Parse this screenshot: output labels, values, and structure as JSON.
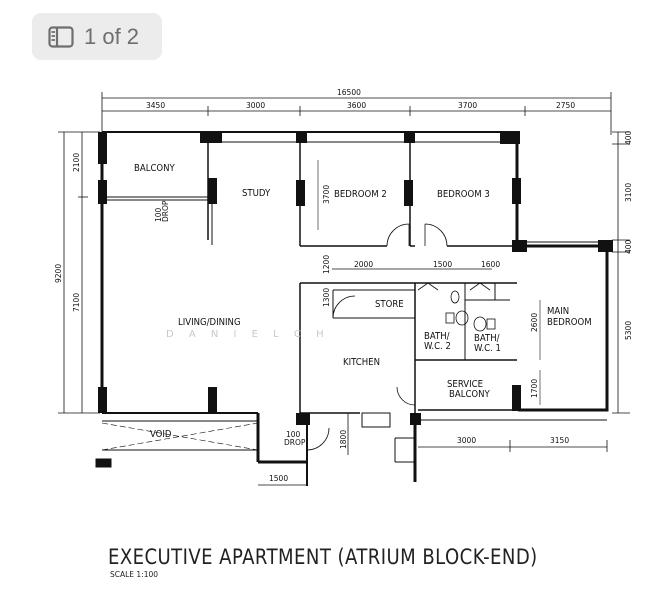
{
  "viewer": {
    "page_indicator": "1 of 2",
    "icon": "sidebar-icon"
  },
  "plan": {
    "title": "EXECUTIVE APARTMENT (ATRIUM BLOCK-END)",
    "scale": "SCALE  1:100",
    "watermark": "D A N I E L   C H",
    "rooms": {
      "balcony": "BALCONY",
      "study": "STUDY",
      "bedroom2": "BEDROOM  2",
      "bedroom3": "BEDROOM  3",
      "main_bedroom_1": "MAIN",
      "main_bedroom_2": "BEDROOM",
      "living_dining": "LIVING/DINING",
      "store": "STORE",
      "kitchen": "KITCHEN",
      "bath2_1": "BATH/",
      "bath2_2": "W.C.  2",
      "bath1_1": "BATH/",
      "bath1_2": "W.C.  1",
      "service_1": "SERVICE",
      "service_2": "BALCONY",
      "void": "VOID",
      "drop_1": "100",
      "drop_2": "DROP",
      "drop_b_1": "100",
      "drop_b_2": "DROP"
    },
    "dimensions": {
      "overall": "16500",
      "top_1": "3450",
      "top_2": "3000",
      "top_3": "3600",
      "top_4": "3700",
      "top_5": "2750",
      "left_overall": "9200",
      "left_1": "2100",
      "left_2": "7100",
      "right_1": "400",
      "right_2": "3100",
      "right_3": "400",
      "right_4": "5300",
      "inner_3700": "3700",
      "inner_1200": "1200",
      "inner_1300": "1300",
      "inner_2000": "2000",
      "inner_1500": "1500",
      "inner_1600": "1600",
      "inner_2600": "2600",
      "inner_1700": "1700",
      "bottom_1800": "1800",
      "bottom_1500": "1500",
      "bottom_3000": "3000",
      "bottom_3150": "3150"
    }
  }
}
